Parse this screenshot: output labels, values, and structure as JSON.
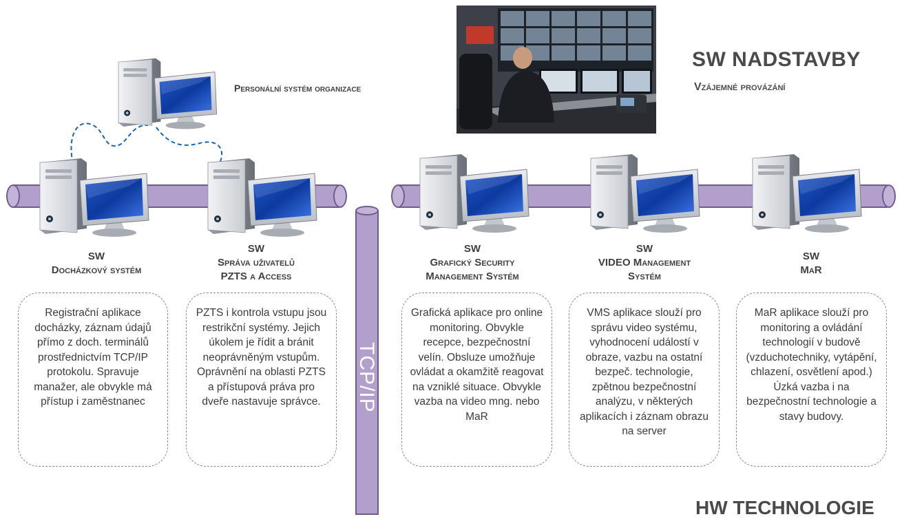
{
  "header": {
    "title": "SW NADSTAVBY",
    "subtitle": "Vzájemné provázání"
  },
  "organization": {
    "label": "Personální systém organizace"
  },
  "network": {
    "label": "TCP/IP",
    "pipe_color": "#b29fcc",
    "pipe_border": "#6e5d8c"
  },
  "systems": [
    {
      "sw": "SW",
      "name_lines": [
        "Docházkový systém"
      ],
      "description": "Registrační aplikace docházky, záznam údajů přímo z doch. terminálů prostřednictvím TCP/IP protokolu. Spravuje manažer, ale obvykle má přístup i zaměstnanec"
    },
    {
      "sw": "SW",
      "name_lines": [
        "Správa uživatelů",
        "PZTS a Access"
      ],
      "description": "PZTS i kontrola vstupu jsou restrikční systémy. Jejich úkolem je řídit a bránit neoprávněným vstupům. Oprávnění na oblasti PZTS a přístupová práva pro dveře nastavuje správce."
    },
    {
      "sw": "SW",
      "name_lines": [
        "Grafický Security",
        "Management Systém"
      ],
      "description": "Grafická aplikace pro online monitoring. Obvykle recepce, bezpečnostní velín. Obsluze umožňuje ovládat a okamžitě reagovat na vzniklé situace. Obvykle vazba na video mng. nebo MaR"
    },
    {
      "sw": "SW",
      "name_lines": [
        "VIDEO Management",
        "Systém"
      ],
      "description": "VMS aplikace slouží pro správu video systému, vyhodnocení událostí v obraze, vazbu na ostatní bezpeč. technologie, zpětnou bezpečnostní analýzu, v některých aplikacích i záznam obrazu na server"
    },
    {
      "sw": "SW",
      "name_lines": [
        "MaR"
      ],
      "description": "MaR aplikace slouží pro monitoring a ovládání technologií v budově (vzduchotechniky, vytápění, chlazení, osvětlení apod.) Úzká vazba i na bezpečnostní technologie a stavy budovy."
    }
  ],
  "footer": {
    "label": "HW TECHNOLOGIE"
  }
}
